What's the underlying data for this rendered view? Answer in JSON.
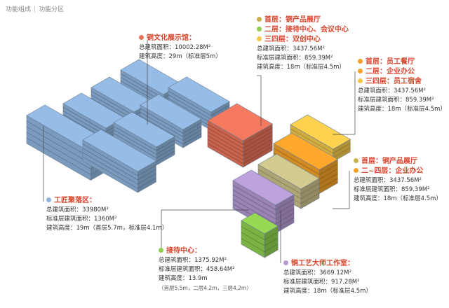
{
  "header": {
    "section": "功能组成",
    "subsection": "功能分区"
  },
  "colors": {
    "workshop": "#8fb4dd",
    "culture": "#e8735a",
    "bronze_hall": "#c9c088",
    "staff": "#f3a12a",
    "staff_top": "#f2c84b",
    "reception": "#8fcf4f",
    "studio": "#b49ad2",
    "title_red": "#d9452c"
  },
  "labels": {
    "culture": {
      "title": "铜文化展示馆：",
      "lines": [
        "总建筑面积：10002.28M²",
        "建筑高度：29m（标准层5m）"
      ]
    },
    "bronze": {
      "items": [
        {
          "text": "首层：铜产品展厅",
          "color": "#c9b14a"
        },
        {
          "text": "二层：接待中心、会议中心",
          "color": "#8fcf4f"
        },
        {
          "text": "三四层：双创中心",
          "color": "#f2c84b"
        }
      ],
      "lines": [
        "总建筑面积：3437.56M²",
        "标准层建筑面积：859.39M²",
        "建筑高度：18m（标准层4.5m）"
      ]
    },
    "staff": {
      "items": [
        {
          "text": "首层：员工餐厅",
          "color": "#f3a12a"
        },
        {
          "text": "二层：企业办公",
          "color": "#f3a12a"
        },
        {
          "text": "三四层：员工宿舍",
          "color": "#f2c84b"
        }
      ],
      "lines": [
        "总建筑面积：3437.56M²",
        "标准层建筑面积：859.39M²",
        "建筑高度：18m（标准层4.5m）"
      ]
    },
    "office": {
      "items": [
        {
          "text": "首层：铜产品展厅",
          "color": "#c9b14a"
        },
        {
          "text": "二~四层：企业办公",
          "color": "#f3a12a"
        }
      ],
      "lines": [
        "总建筑面积：3437.56M²",
        "标准层建筑面积：859.39M²",
        "建筑高度：18m（标准层4.5m）"
      ]
    },
    "workshop": {
      "title": "工匠聚落区：",
      "lines": [
        "总建筑面积：33980M²",
        "标准层建筑面积：1360M²",
        "建筑高度：19m（首层5.7m，标准层4.1m）"
      ]
    },
    "reception": {
      "title": "接待中心：",
      "lines": [
        "总建筑面积：1375.92M²",
        "标准层建筑面积：458.64M²",
        "建筑高度：13.9m",
        "（首层5.5m，二层4.2m，三层4.2m）"
      ]
    },
    "studio": {
      "title": "铜工艺大师工作室：",
      "lines": [
        "总建筑面积：3669.12M²",
        "标准层建筑面积：917.28M²",
        "建筑高度：18m（标准层4.5m）"
      ]
    }
  }
}
